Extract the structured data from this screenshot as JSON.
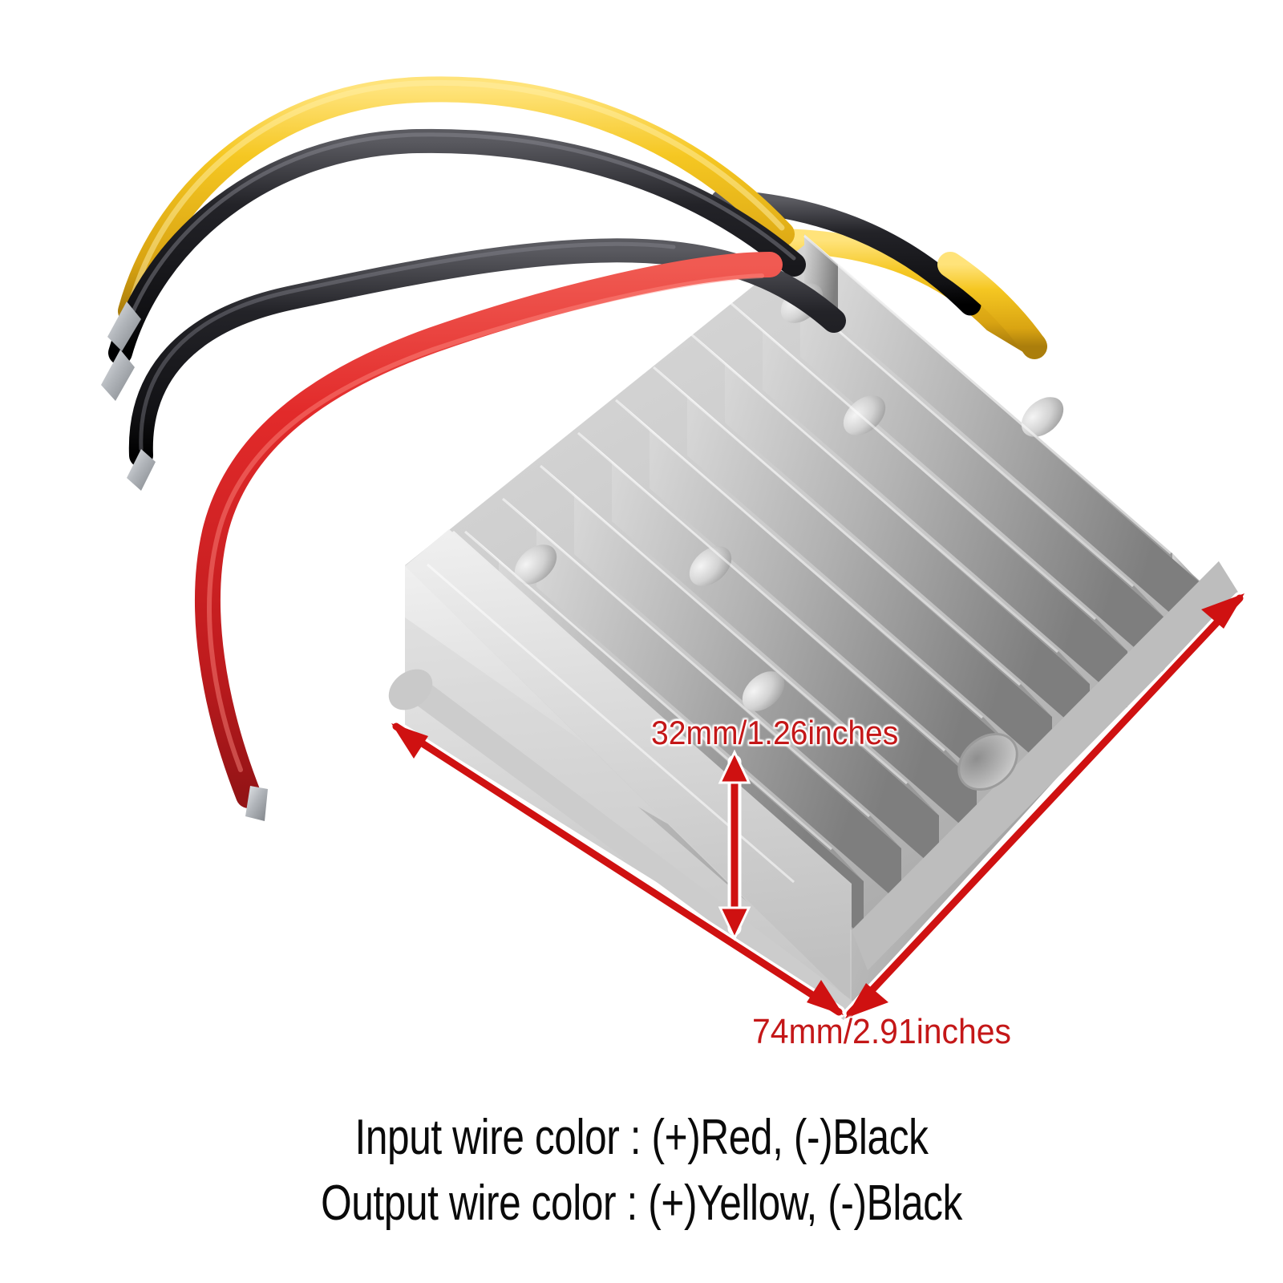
{
  "product": {
    "name": "dc-dc-voltage-converter-module",
    "body_finish": "ribbed aluminium heatsink",
    "colors": {
      "heatsink_light": "#e8e8e8",
      "heatsink_mid": "#c3c3c3",
      "heatsink_dark": "#8d8d8d",
      "heatsink_shadow": "#6f6f6f",
      "wire_red": "#e02a2a",
      "wire_yellow": "#f2c21c",
      "wire_black": "#1a1a1a",
      "wire_tip_metal": "#b9bcc0",
      "background": "#ffffff"
    }
  },
  "wires": [
    {
      "name": "output-positive-wire",
      "color_name": "Yellow",
      "hex": "#f2c21c"
    },
    {
      "name": "output-negative-wire",
      "color_name": "Black",
      "hex": "#1a1a1a"
    },
    {
      "name": "input-negative-wire",
      "color_name": "Black",
      "hex": "#1a1a1a"
    },
    {
      "name": "input-positive-wire",
      "color_name": "Red",
      "hex": "#e02a2a"
    }
  ],
  "dimensions": {
    "accent_color": "#c41718",
    "height": {
      "label": "32mm/1.26inches",
      "value_mm": 32,
      "value_inches": 1.26,
      "axis": "height"
    },
    "width": {
      "label": "74mm/2.91inches",
      "value_mm": 74,
      "value_inches": 2.91,
      "axis": "width"
    }
  },
  "captions": {
    "input_line": "Input wire color : (+)Red, (-)Black",
    "output_line": "Output wire color : (+)Yellow, (-)Black"
  }
}
